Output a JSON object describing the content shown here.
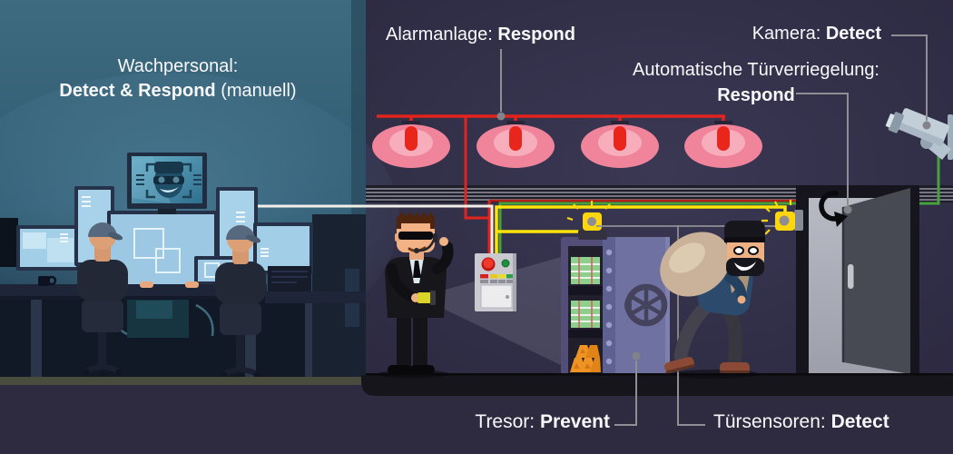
{
  "labels": {
    "wachpersonal": {
      "line1": "Wachpersonal:",
      "bold": "Detect & Respond",
      "rest": " (manuell)"
    },
    "alarmanlage": {
      "prefix": "Alarmanlage: ",
      "bold": "Respond"
    },
    "kamera": {
      "prefix": "Kamera: ",
      "bold": "Detect"
    },
    "tuerverriegelung": {
      "line1": "Automatische Türverriegelung:",
      "bold": "Respond"
    },
    "tresor": {
      "prefix": "Tresor: ",
      "bold": "Prevent"
    },
    "tuersensoren": {
      "prefix": "Türsensoren: ",
      "bold": "Detect"
    }
  },
  "icons": {
    "siren": "alarm-siren",
    "camera": "cctv-camera",
    "vault": "safe-with-money-and-gold",
    "burglar": "burglar-with-loot-sack",
    "guard": "security-guard-with-flashlight",
    "operators": "control-room-operators",
    "door": "open-door-with-auto-lock-arrow",
    "sensor": "flashing-door-sensor"
  },
  "colors": {
    "left_bg": "#3f6b80",
    "right_bg": "#312e45",
    "bottom_band": "#2e2b40",
    "siren_pink": "#f0849b",
    "alarm_red": "#e3231c",
    "wire_yellow": "#ffe40a",
    "wire_green": "#46a33c",
    "wire_white": "#f2efe9",
    "vault_purple": "#6f72a0",
    "connector_gray": "#8e8e94",
    "label_text": "#f8f8fa"
  }
}
